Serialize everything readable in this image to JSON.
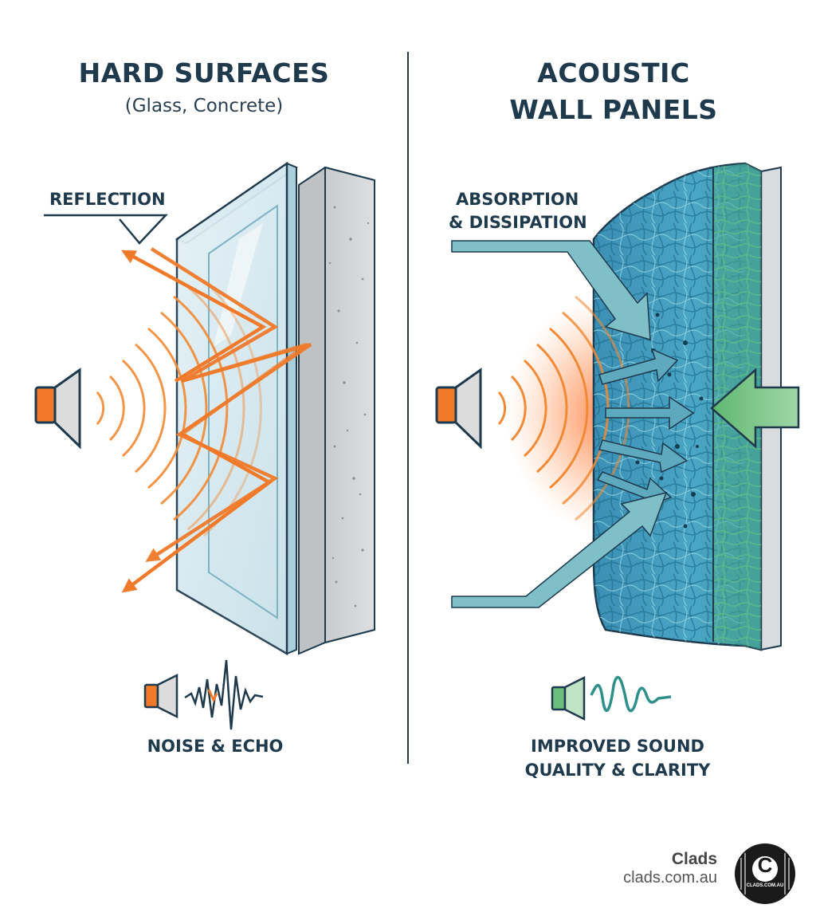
{
  "left": {
    "title": "HARD SURFACES",
    "subtitle": "(Glass, Concrete)",
    "reflection_label": "REFLECTION",
    "caption": "NOISE & ECHO"
  },
  "right": {
    "title_line1": "ACOUSTIC",
    "title_line2": "WALL PANELS",
    "absorption_line1": "ABSORPTION",
    "absorption_line2": "& DISSIPATION",
    "caption_line1": "IMPROVED SOUND",
    "caption_line2": "QUALITY & CLARITY"
  },
  "brand": {
    "name": "Clads",
    "url": "clads.com.au",
    "logo_letter": "C",
    "logo_text": "CLADS.COM.AU"
  },
  "colors": {
    "navy": "#1f3a4d",
    "orange": "#f07a2a",
    "teal": "#3a93b5",
    "green": "#6cbf7a"
  },
  "icons": {
    "speaker": "speaker-icon",
    "arrow": "arrow-icon",
    "waveform": "waveform-icon"
  }
}
